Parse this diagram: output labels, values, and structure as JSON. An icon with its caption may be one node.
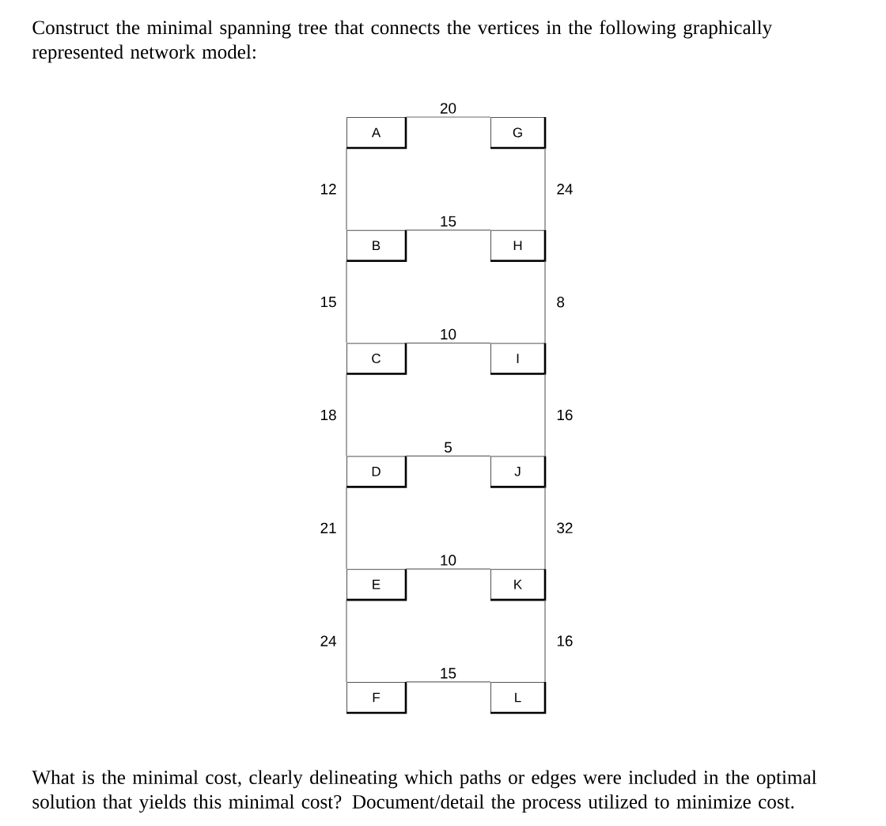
{
  "diagram": {
    "title": "Construct the minimal spanning tree that connects the vertices in the following graphically represented network model:",
    "caption": "What is the minimal cost, clearly delineating which paths or edges were included in the optimal solution that yields this minimal cost? Document/detail the process utilized to minimize cost.",
    "nodes": [
      {
        "text": [
          "A"
        ]
      },
      {
        "text": [
          "G"
        ]
      },
      {
        "text": [
          "B"
        ]
      },
      {
        "text": [
          "H"
        ]
      },
      {
        "text": [
          "C"
        ]
      },
      {
        "text": [
          "I"
        ]
      },
      {
        "text": [
          "D"
        ]
      },
      {
        "text": [
          "J"
        ]
      },
      {
        "text": [
          "E"
        ]
      },
      {
        "text": [
          "K"
        ]
      },
      {
        "text": [
          "F"
        ]
      },
      {
        "text": [
          "L"
        ]
      }
    ],
    "edges": [
      {
        "from": 0,
        "to": 1,
        "arrow": "none",
        "label": "20"
      },
      {
        "from": 0,
        "to": 2,
        "arrow": "none",
        "label": "12"
      },
      {
        "from": 1,
        "to": 3,
        "arrow": "none",
        "label": "24"
      },
      {
        "from": 2,
        "to": 3,
        "arrow": "none",
        "label": "15"
      },
      {
        "from": 2,
        "to": 4,
        "arrow": "none",
        "label": "15"
      },
      {
        "from": 3,
        "to": 5,
        "arrow": "none",
        "label": "8"
      },
      {
        "from": 4,
        "to": 5,
        "arrow": "none",
        "label": "10"
      },
      {
        "from": 4,
        "to": 6,
        "arrow": "none",
        "label": "18"
      },
      {
        "from": 5,
        "to": 7,
        "arrow": "none",
        "label": "16"
      },
      {
        "from": 6,
        "to": 7,
        "arrow": "none",
        "label": "5"
      },
      {
        "from": 6,
        "to": 8,
        "arrow": "none",
        "label": "21"
      },
      {
        "from": 7,
        "to": 9,
        "arrow": "none",
        "label": "32"
      },
      {
        "from": 8,
        "to": 9,
        "arrow": "none",
        "label": "10"
      },
      {
        "from": 8,
        "to": 10,
        "arrow": "none",
        "label": "24"
      },
      {
        "from": 9,
        "to": 11,
        "arrow": "none",
        "label": "16"
      },
      {
        "from": 10,
        "to": 11,
        "arrow": "none",
        "label": "15"
      }
    ]
  }
}
